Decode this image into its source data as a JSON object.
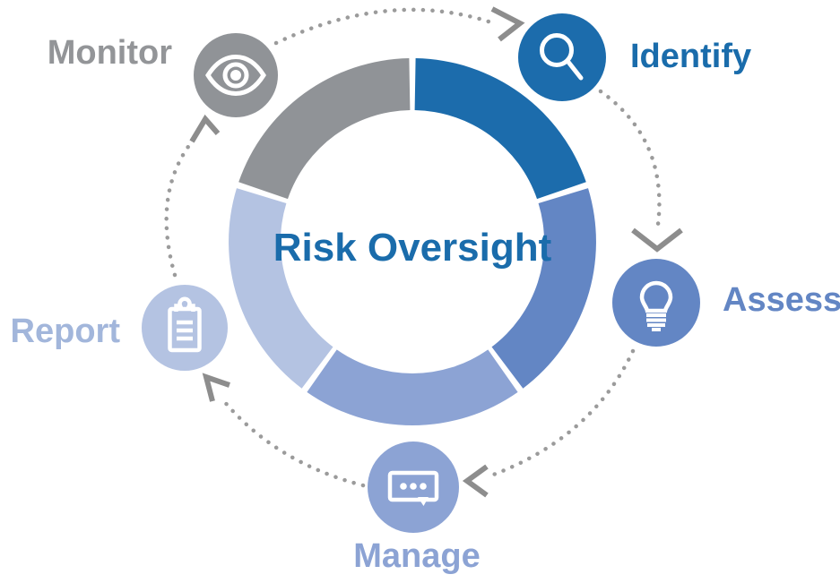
{
  "title": "Risk Oversight",
  "title_color": "#1a6cab",
  "colors": {
    "arrow_dots": "#9b9b9b",
    "arrow_head": "#8d8d8d",
    "icon_glyph": "#ffffff"
  },
  "stages": [
    {
      "id": "identify",
      "label": "Identify",
      "icon": "magnifier-icon",
      "color": "#1c6cac",
      "label_color": "#1a6cab",
      "start_angle": 0,
      "end_angle": 72
    },
    {
      "id": "assess",
      "label": "Assess",
      "icon": "lightbulb-icon",
      "color": "#6386c4",
      "label_color": "#6386c4",
      "start_angle": 72,
      "end_angle": 144
    },
    {
      "id": "manage",
      "label": "Manage",
      "icon": "speech-bubble-icon",
      "color": "#8ca3d4",
      "label_color": "#8ca3d4",
      "start_angle": 144,
      "end_angle": 216
    },
    {
      "id": "report",
      "label": "Report",
      "icon": "clipboard-icon",
      "color": "#b4c3e2",
      "label_color": "#a2b6db",
      "start_angle": 216,
      "end_angle": 288
    },
    {
      "id": "monitor",
      "label": "Monitor",
      "icon": "eye-icon",
      "color": "#909397",
      "label_color": "#939598",
      "start_angle": 288,
      "end_angle": 360
    }
  ],
  "flow_arrows": [
    {
      "from": "monitor",
      "to": "identify"
    },
    {
      "from": "identify",
      "to": "assess"
    },
    {
      "from": "assess",
      "to": "manage"
    },
    {
      "from": "manage",
      "to": "report"
    },
    {
      "from": "report",
      "to": "monitor"
    }
  ]
}
